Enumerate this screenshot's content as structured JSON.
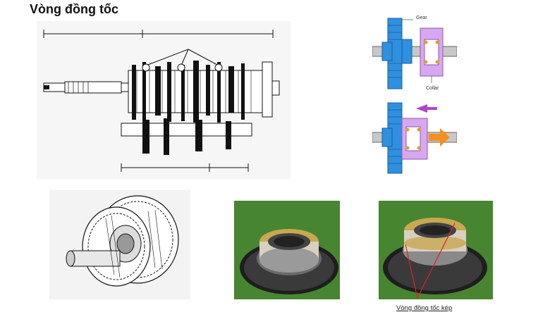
{
  "title": "Vòng đồng tốc",
  "sync_diagram": {
    "gear_label": "Gear",
    "collar_label": "Collar"
  },
  "caption": "Vòng đồng tốc kép",
  "colors": {
    "gear": "#2f90e0",
    "collar": "#d9a6f0",
    "arrow": "#f5901e",
    "shift_arrow": "#b045c8",
    "pointer": "#e0202a",
    "photo_bg": "#3f7a2a"
  }
}
